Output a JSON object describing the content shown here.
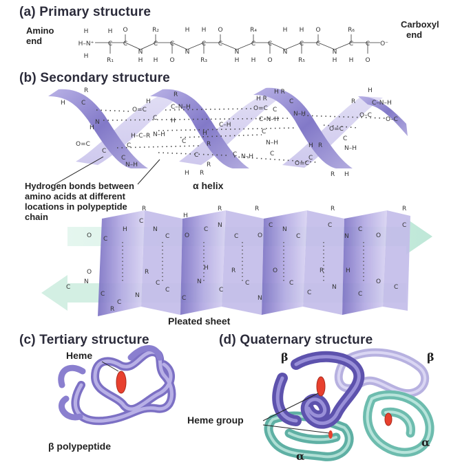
{
  "primary": {
    "heading": "(a) Primary structure",
    "amino_end": [
      "Amino",
      "end"
    ],
    "carboxyl_end": [
      "Carboxyl",
      "end"
    ]
  },
  "secondary": {
    "heading": "(b) Secondary structure",
    "hbond_label": [
      "Hydrogen bonds between",
      "amino acids at different",
      "locations in polypeptide",
      "chain"
    ],
    "helix_label": "α helix",
    "sheet_label": "Pleated sheet"
  },
  "tertiary": {
    "heading": "(c) Tertiary structure",
    "heme_label": "Heme",
    "polypeptide_label": "β polypeptide"
  },
  "quaternary": {
    "heading": "(d) Quaternary structure",
    "heme_group_label": "Heme group",
    "subunit_labels": [
      "β",
      "β",
      "α",
      "α"
    ]
  },
  "colors": {
    "helix_purple": "#8f86cf",
    "sheet_purple": "#9d92d6",
    "arrow_teal": "#cfeee2",
    "heme_red": "#e8402e",
    "alpha_teal": "#5fb0a4"
  }
}
